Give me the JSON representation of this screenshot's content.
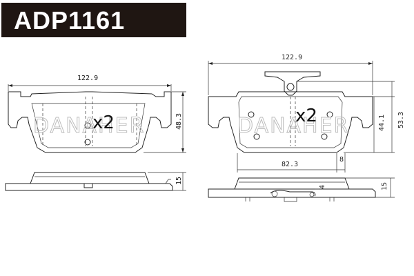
{
  "header": {
    "part_number": "ADP1161"
  },
  "left_pad": {
    "quantity": "x2",
    "watermark": "DANAHER",
    "dim_width": "122.9",
    "dim_height": "48.3",
    "dim_thickness": "15"
  },
  "right_pad": {
    "quantity": "x2",
    "watermark": "DANAHER",
    "dim_width": "122.9",
    "dim_inner_width": "82.3",
    "dim_offset": "8",
    "dim_height_inner": "44.1",
    "dim_height_outer": "53.3",
    "dim_thickness": "15",
    "dim_wire": "4"
  }
}
